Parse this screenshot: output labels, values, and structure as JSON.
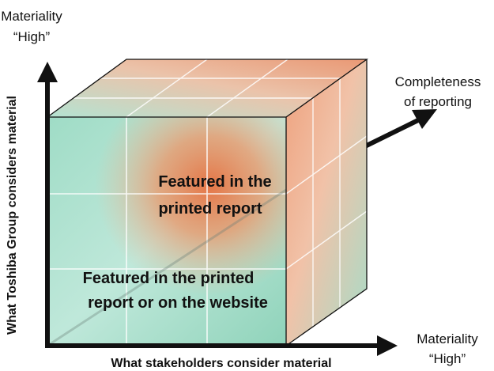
{
  "y_axis": {
    "top_label_line1": "Materiality",
    "top_label_line2": "“High”",
    "title": "What Toshiba Group considers material"
  },
  "x_axis": {
    "right_label_line1": "Materiality",
    "right_label_line2": "“High”",
    "title": "What stakeholders consider material"
  },
  "z_axis": {
    "label_line1": "Completeness",
    "label_line2": "of reporting"
  },
  "regions": {
    "printed_line1": "Featured in the",
    "printed_line2": "printed report",
    "website_line1": "Featured in the printed",
    "website_line2": "report or on the website"
  },
  "colors": {
    "teal": "#7ecbb0",
    "light_teal": "#c5eadc",
    "orange": "#e8784a",
    "axis": "#111111"
  }
}
